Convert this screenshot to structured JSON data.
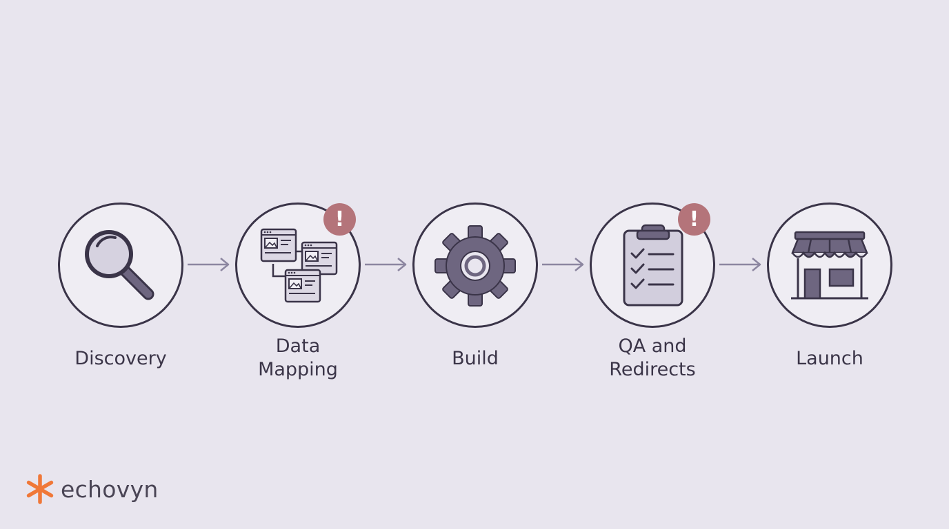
{
  "steps": [
    {
      "label": "Discovery",
      "icon": "magnifier-icon",
      "alert": ""
    },
    {
      "label": "Data\nMapping",
      "icon": "linked-windows-icon",
      "alert": "!"
    },
    {
      "label": "Build",
      "icon": "gear-icon",
      "alert": ""
    },
    {
      "label": "QA and\nRedirects",
      "icon": "clipboard-checklist-icon",
      "alert": "!"
    },
    {
      "label": "Launch",
      "icon": "storefront-icon",
      "alert": ""
    }
  ],
  "brand": {
    "name": "echovyn"
  },
  "colors": {
    "background": "#e8e5ee",
    "outline": "#3a3448",
    "icon_fill": "#6e6680",
    "icon_light": "#cbc6d8",
    "alert": "#b4747a",
    "arrow": "#8c86a0",
    "logo_mark": "#f07838"
  }
}
